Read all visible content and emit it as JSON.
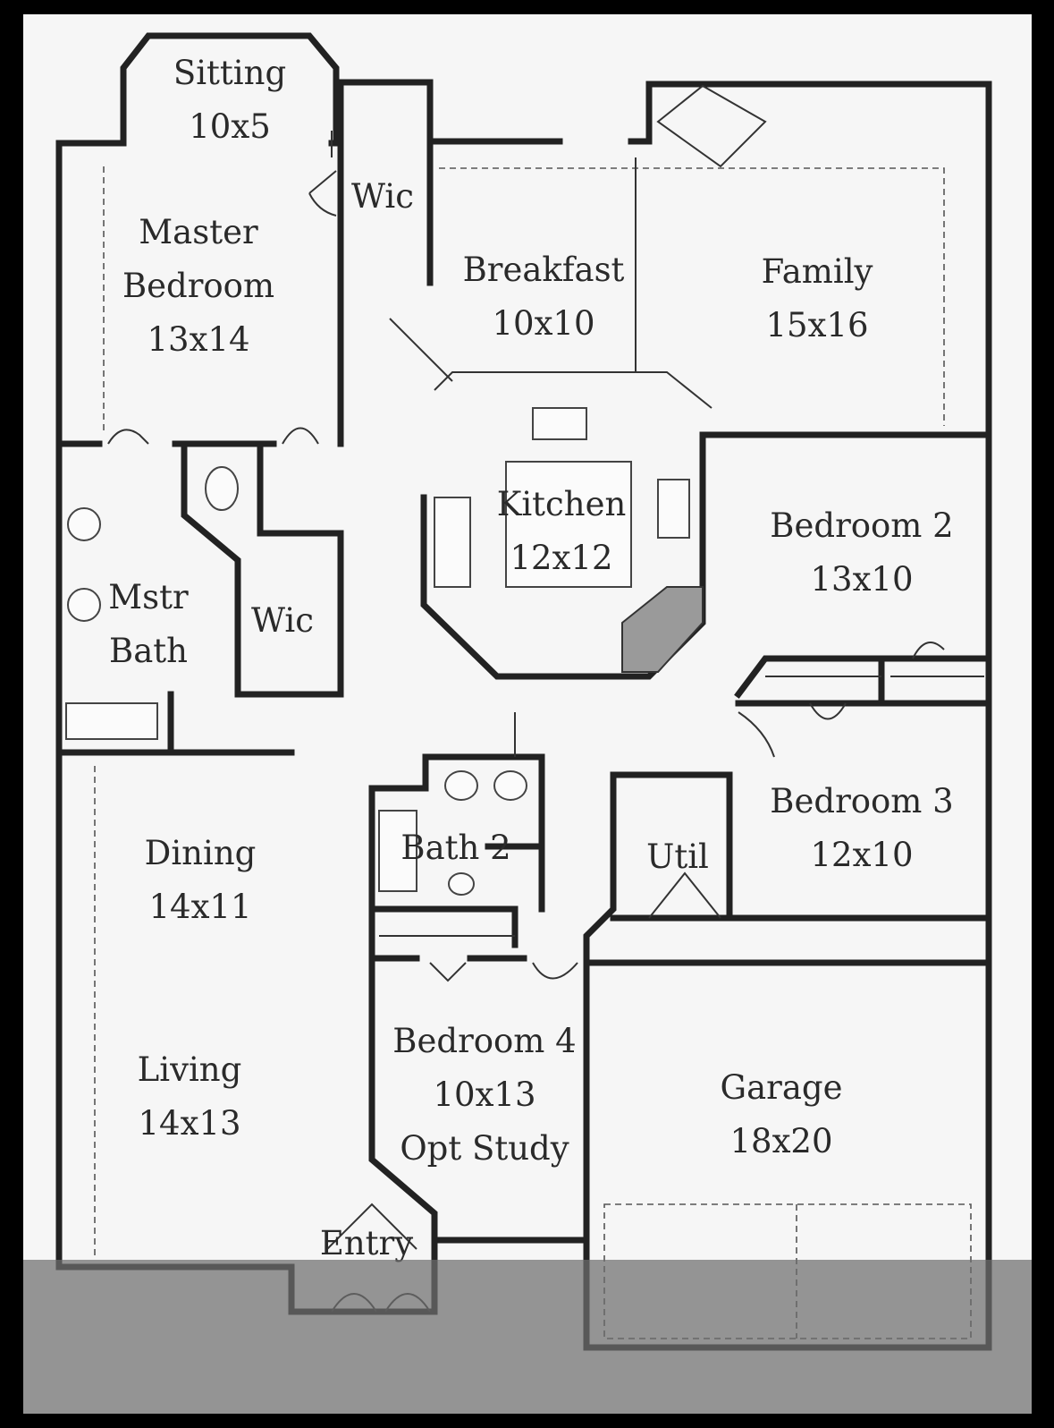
{
  "rooms": {
    "sitting": {
      "name": "Sitting",
      "size": "10x5"
    },
    "wic_top": {
      "name": "Wic"
    },
    "breakfast": {
      "name": "Breakfast",
      "size": "10x10"
    },
    "family": {
      "name": "Family",
      "size": "15x16"
    },
    "master": {
      "name1": "Master",
      "name2": "Bedroom",
      "size": "13x14"
    },
    "kitchen": {
      "name": "Kitchen",
      "size": "12x12"
    },
    "bedroom2": {
      "name": "Bedroom 2",
      "size": "13x10"
    },
    "mstr_bath": {
      "name1": "Mstr",
      "name2": "Bath"
    },
    "wic_mid": {
      "name": "Wic"
    },
    "bedroom3": {
      "name": "Bedroom 3",
      "size": "12x10"
    },
    "bath2": {
      "name": "Bath 2"
    },
    "util": {
      "name": "Util"
    },
    "dining": {
      "name": "Dining",
      "size": "14x11"
    },
    "bedroom4": {
      "name": "Bedroom 4",
      "size": "10x13",
      "note": "Opt Study"
    },
    "living": {
      "name": "Living",
      "size": "14x13"
    },
    "garage": {
      "name": "Garage",
      "size": "18x20"
    },
    "entry": {
      "name": "Entry"
    }
  },
  "colors": {
    "wall": "#222222",
    "paper": "#f6f6f6",
    "frame": "#000000",
    "overlay": "#6e6e6e"
  }
}
